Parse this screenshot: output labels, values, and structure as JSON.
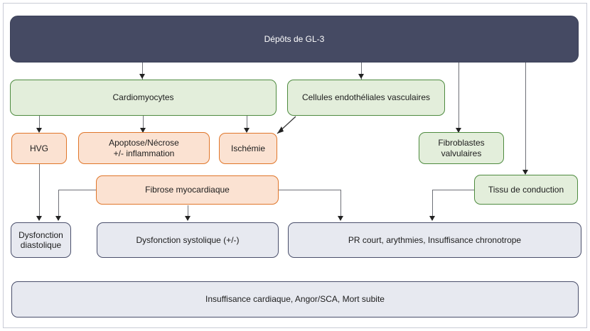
{
  "diagram": {
    "title_node": {
      "label": "Dépôts de GL-3"
    },
    "nodes": [
      {
        "id": "cardiomyocytes",
        "label": "Cardiomyocytes"
      },
      {
        "id": "endotheliales",
        "label": "Cellules endothéliales vasculaires"
      },
      {
        "id": "hvg",
        "label": "HVG"
      },
      {
        "id": "apoptose",
        "label": "Apoptose/Nécrose\n+/- inflammation"
      },
      {
        "id": "ischemie",
        "label": "Ischémie"
      },
      {
        "id": "fibroblastes",
        "label": "Fibroblastes\nvalvulaires"
      },
      {
        "id": "fibrose",
        "label": "Fibrose myocardiaque"
      },
      {
        "id": "conduction",
        "label": "Tissu de conduction"
      },
      {
        "id": "diastolique",
        "label": "Dysfonction\ndiastolique"
      },
      {
        "id": "systolique",
        "label": "Dysfonction systolique (+/-)"
      },
      {
        "id": "conduction_out",
        "label": "PR court, arythmies, Insuffisance chronotrope"
      },
      {
        "id": "outcome",
        "label": "Insuffisance cardiaque, Angor/SCA, Mort subite"
      }
    ],
    "colors": {
      "dark_fill": "#454a63",
      "dark_border": "#3b4058",
      "green_fill": "#e3eedb",
      "green_border": "#4e8b3f",
      "orange_fill": "#fbe2d2",
      "orange_border": "#e0762a",
      "grey_fill": "#e7e9f0",
      "grey_border": "#4a4f6b",
      "connector": "#6f7178",
      "frame_border": "#c9ccd6"
    }
  }
}
